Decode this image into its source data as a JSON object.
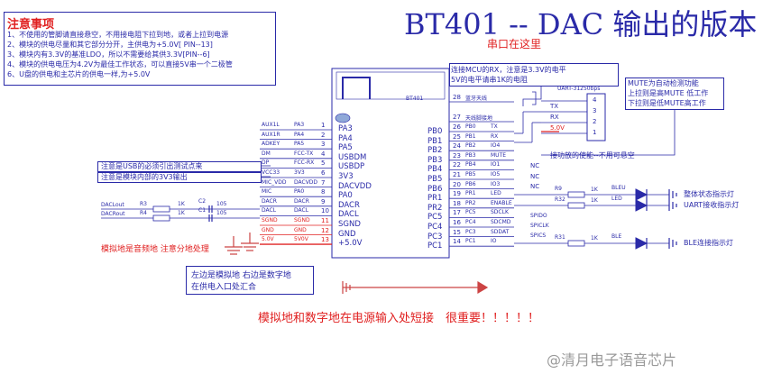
{
  "title": "BT401 -- DAC 输出的版本",
  "notes": {
    "title": "注意事项",
    "lines": [
      "1、不使用的管脚请直接悬空，不用接电阻下拉到地，或者上拉到电源",
      "2、模块的供电尽量和其它部分分开，主供电为+5.0V[ PIN--13]",
      "3、模块内有3.3V的基准LDO，所以不需要给其供3.3V[PIN--6]",
      "4、模块的供电电压为4.2V为最佳工作状态，可以直接5V串一个二极管",
      "6、U盘的供电和主芯片的供电一样,为+5.0V"
    ]
  },
  "serial_label": "串口在这里",
  "serial_note": [
    "连接MCU的RX，注意是3.3V的电平",
    "5V的电平请串1K的电阻"
  ],
  "connector": {
    "name": "UART-31250bps",
    "pins": [
      "4",
      "3",
      "2",
      "1"
    ],
    "signals": [
      "TX",
      "RX",
      "5.0V"
    ]
  },
  "mute_note": [
    "MUTE为自动检测功能",
    "上拉则是高MUTE 低工作",
    "下拉则是低MUTE高工作"
  ],
  "func_note": "接功放的使能--不用可悬空",
  "chip": {
    "name": "BT401",
    "left_pins": [
      {
        "num": "1",
        "label": "PA3",
        "net": "AUX1L",
        "net2": "PA3"
      },
      {
        "num": "2",
        "label": "PA4",
        "net": "AUX1R",
        "net2": "PA4"
      },
      {
        "num": "3",
        "label": "PA5",
        "net": "ADKEY",
        "net2": "PA5"
      },
      {
        "num": "4",
        "label": "USBDM",
        "net": "DM",
        "net2": "FCC-TX"
      },
      {
        "num": "5",
        "label": "USBDP",
        "net": "DP",
        "net2": "FCC-RX"
      },
      {
        "num": "6",
        "label": "3V3",
        "net": "VCC33",
        "net2": "3V3"
      },
      {
        "num": "7",
        "label": "DACVDD",
        "net": "MIC_VDD",
        "net2": "DACVDD"
      },
      {
        "num": "8",
        "label": "PA0",
        "net": "MIC",
        "net2": "PA0"
      },
      {
        "num": "9",
        "label": "DACR",
        "net": "DACR",
        "net2": "DACR"
      },
      {
        "num": "10",
        "label": "DACL",
        "net": "DACL",
        "net2": "DACL"
      },
      {
        "num": "11",
        "label": "SGND",
        "net": "SGND",
        "net2": "SGND"
      },
      {
        "num": "12",
        "label": "GND",
        "net": "GND",
        "net2": "GND"
      },
      {
        "num": "13",
        "label": "+5.0V",
        "net": "5.0V",
        "net2": "5V0V"
      }
    ],
    "right_pins": [
      {
        "num": "28",
        "label": "",
        "net": "蓝牙天线",
        "net2": ""
      },
      {
        "num": "27",
        "label": "",
        "net": "天线脚接地",
        "net2": ""
      },
      {
        "num": "26",
        "label": "PB0",
        "net": "PB0",
        "net2": "TX"
      },
      {
        "num": "25",
        "label": "PB1",
        "net": "PB1",
        "net2": "RX"
      },
      {
        "num": "24",
        "label": "PB2",
        "net": "PB2",
        "net2": "IO4"
      },
      {
        "num": "23",
        "label": "PB3",
        "net": "PB3",
        "net2": "MUTE"
      },
      {
        "num": "22",
        "label": "PB4",
        "net": "PB4",
        "net2": "IO1"
      },
      {
        "num": "21",
        "label": "PB5",
        "net": "PB5",
        "net2": "IO5"
      },
      {
        "num": "20",
        "label": "PB6",
        "net": "PB6",
        "net2": "IO3"
      },
      {
        "num": "19",
        "label": "PR1",
        "net": "PR1",
        "net2": "LED"
      },
      {
        "num": "18",
        "label": "PR2",
        "net": "PR2",
        "net2": "ENABLE"
      },
      {
        "num": "17",
        "label": "PC5",
        "net": "PC5",
        "net2": "SDCLK"
      },
      {
        "num": "16",
        "label": "PC4",
        "net": "PC4",
        "net2": "SDCMD"
      },
      {
        "num": "15",
        "label": "PC3",
        "net": "PC3",
        "net2": "SDDAT"
      },
      {
        "num": "14",
        "label": "PC1",
        "net": "PC1",
        "net2": "IO"
      }
    ]
  },
  "nc_labels": [
    "NC",
    "NC",
    "NC"
  ],
  "usb_note": "注意是USB的必须引出测试点来",
  "ldo_note": "注意是模块内部的3V3输出",
  "dac_out": [
    {
      "name": "DACLout",
      "res": "R3",
      "rval": "1K",
      "cap": "C2",
      "cval": "105"
    },
    {
      "name": "DACRout",
      "res": "R4",
      "rval": "1K",
      "cap": "C1",
      "cval": "105"
    }
  ],
  "ground_note": "模拟地是音频地 注意分地处理",
  "ground_box": [
    "左边是模拟地 右边是数字地",
    "在供电入口处汇合"
  ],
  "sd_labels": [
    "SPIDO",
    "SPICLK",
    "SPICS"
  ],
  "leds": [
    {
      "res": "R9",
      "rval": "1K",
      "color": "BLEU",
      "name": "整体状态指示灯"
    },
    {
      "res": "R32",
      "rval": "1K",
      "color": "LED",
      "name": "UART接收指示灯"
    },
    {
      "res": "R31",
      "rval": "1K",
      "color": "BLE",
      "name": "BLE连接指示灯"
    }
  ],
  "warning": "模拟地和数字地在电源输入处短接　很重要！！！！！",
  "watermark": "@清月电子语音芯片"
}
